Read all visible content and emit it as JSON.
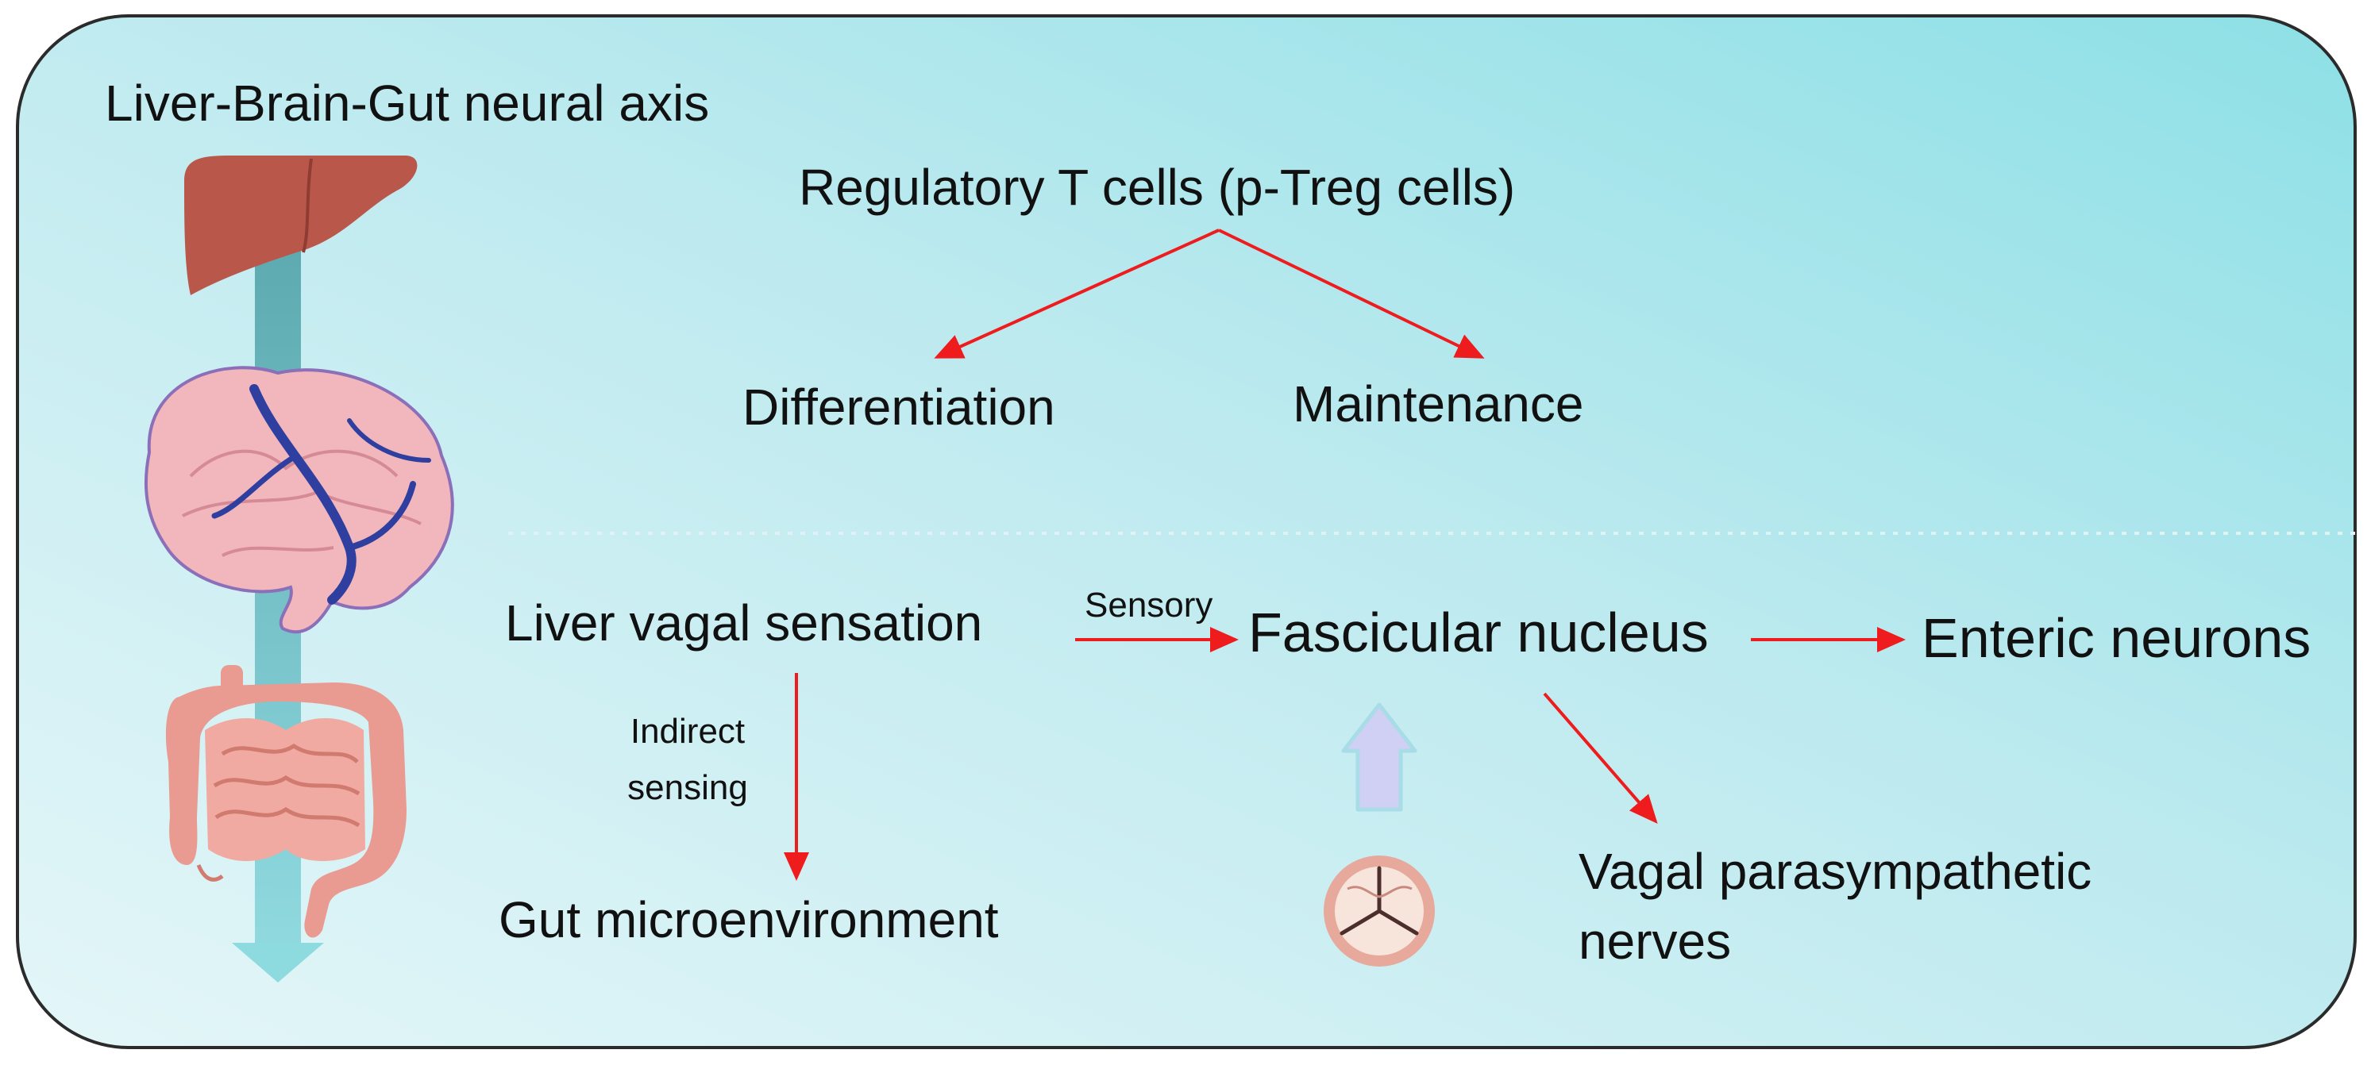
{
  "title": "Liver-Brain-Gut neural axis",
  "treg": {
    "title": "Regulatory T cells (p-Treg cells)",
    "left": "Differentiation",
    "right": "Maintenance"
  },
  "pathway": {
    "source": "Liver vagal sensation",
    "sensory_label": "Sensory",
    "hub": "Fascicular nucleus",
    "target_right": "Enteric neurons",
    "indirect_label_1": "Indirect",
    "indirect_label_2": "sensing",
    "target_down": "Gut microenvironment",
    "target_diag_1": "Vagal parasympathetic",
    "target_diag_2": "nerves"
  },
  "colors": {
    "arrow": "#ee1c1c",
    "panel_left": "#e4f6f8",
    "panel_right": "#8de0e6",
    "axis_arrow": "#5fb8c0",
    "up_arrow": "#cfd0f4",
    "liver": "#b9574a",
    "brain": "#f2b6bd",
    "gut": "#e99a91"
  },
  "icons": [
    "liver-icon",
    "brain-icon",
    "intestine-icon",
    "heart-valve-icon"
  ]
}
